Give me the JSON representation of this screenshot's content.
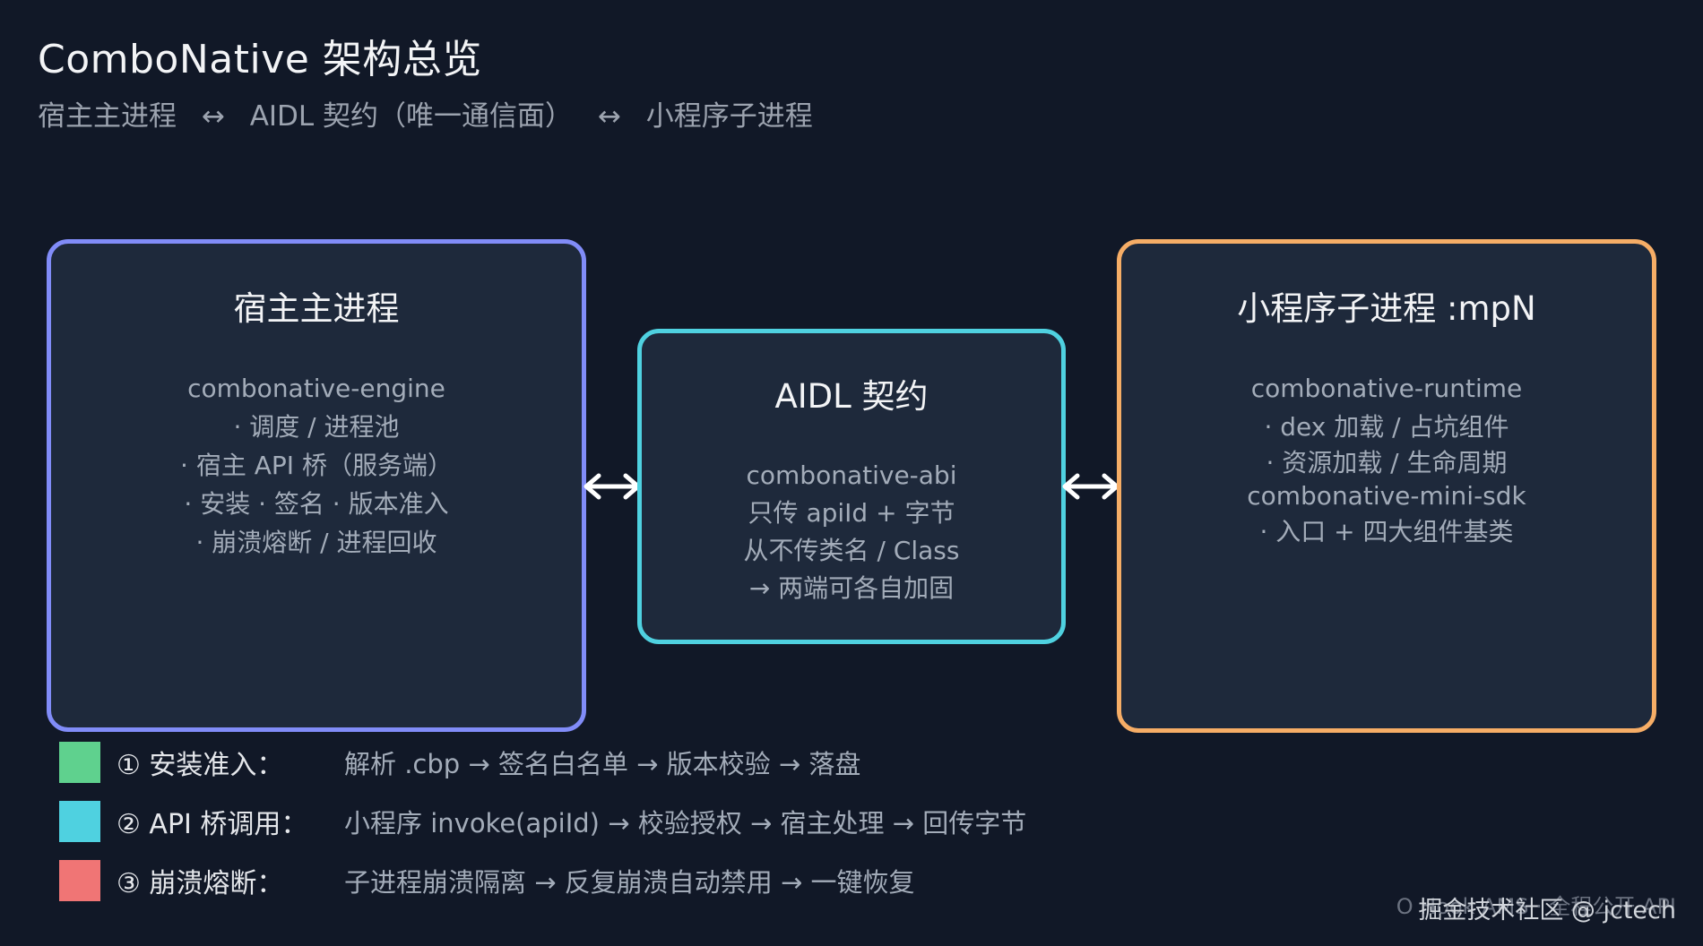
{
  "header": {
    "title": "ComboNative 架构总览",
    "subtitle_parts": [
      "宿主主进程",
      "↔",
      "AIDL 契约（唯一通信面）",
      "↔",
      "小程序子进程"
    ]
  },
  "boxes": {
    "host": {
      "title": "宿主主进程",
      "lines": [
        "combonative-engine",
        "· 调度 / 进程池",
        "· 宿主 API 桥（服务端）",
        "· 安装 · 签名 · 版本准入",
        "· 崩溃熔断 / 进程回收"
      ],
      "border_color": "#818cf8"
    },
    "aidl": {
      "title": "AIDL 契约",
      "lines": [
        "combonative-abi",
        "只传 apiId + 字节",
        "从不传类名 / Class",
        "→ 两端可各自加固"
      ],
      "border_color": "#4fd1e0"
    },
    "mini": {
      "title": "小程序子进程 :mpN",
      "lines": [
        "combonative-runtime",
        "· dex 加载 / 占坑组件",
        "· 资源加载 / 生命周期",
        "combonative-mini-sdk",
        "· 入口 + 四大组件基类"
      ],
      "border_color": "#f6ad66"
    }
  },
  "legend": [
    {
      "label": "① 安装准入：",
      "desc": "解析 .cbp → 签名白名单 → 版本校验 → 落盘",
      "color": "#5fd18e"
    },
    {
      "label": "② API 桥调用：",
      "desc": "小程序 invoke(apiId) → 校验授权 → 宿主处理 → 回传字节",
      "color": "#4fd1e0"
    },
    {
      "label": "③ 崩溃熔断：",
      "desc": "子进程崩溃隔离 → 反复崩溃自动禁用 → 一键恢复",
      "color": "#f07575"
    }
  ],
  "footer": {
    "text": "O Hook AMS · 全程公开 API",
    "watermark": "掘金技术社区 @ jctech"
  },
  "icons": [
    "double-arrow-icon"
  ]
}
